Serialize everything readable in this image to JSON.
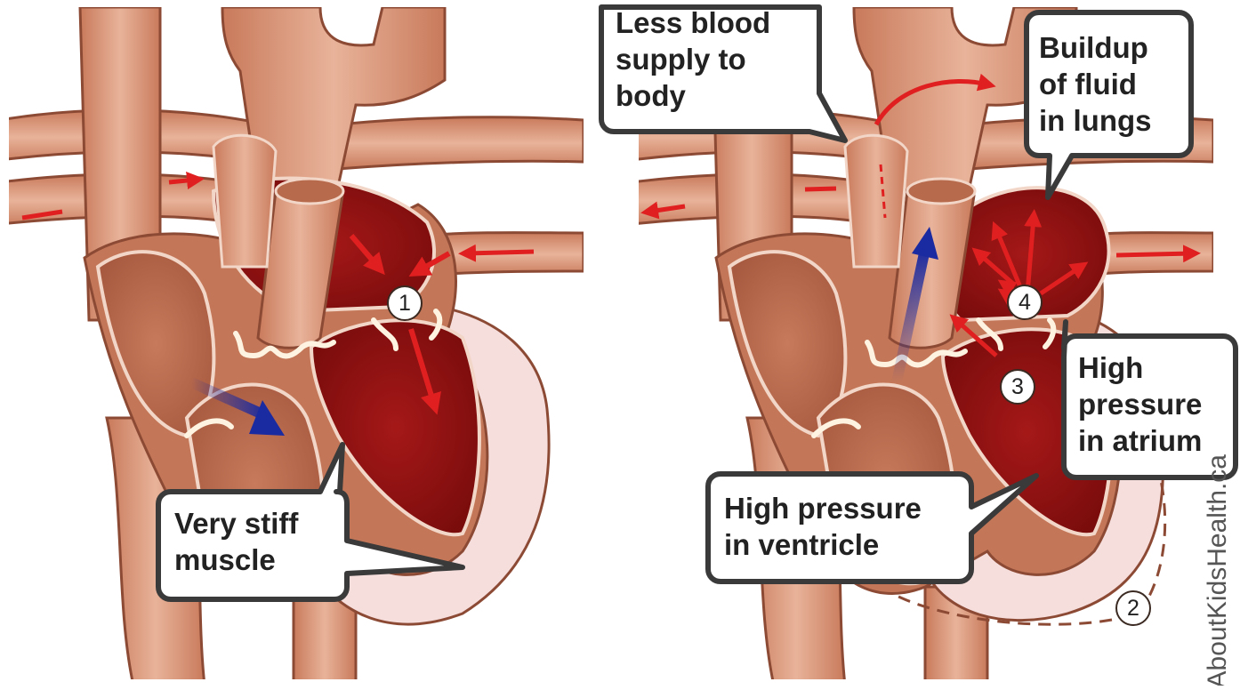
{
  "callouts": {
    "stiff_muscle": "Very stiff\nmuscle",
    "less_blood": "Less blood\nsupply to\nbody",
    "buildup": "Buildup\nof fluid\nin lungs",
    "high_pressure_atrium": "High\npressure\nin atrium",
    "high_pressure_ventricle": "High pressure\nin ventricle"
  },
  "markers": {
    "m1": "1",
    "m2": "2",
    "m3": "3",
    "m4": "4"
  },
  "credit": "AboutKidsHealth.ca",
  "colors": {
    "vessel": "#c9795a",
    "vessel_outline": "#8c4a35",
    "chamber_light": "#b8664a",
    "chamber_dark": "#8e1212",
    "pericardium": "#f6dedd",
    "flow_red": "#e02020",
    "flow_blue": "#1a2aa0",
    "valve": "#fdf3e0"
  }
}
